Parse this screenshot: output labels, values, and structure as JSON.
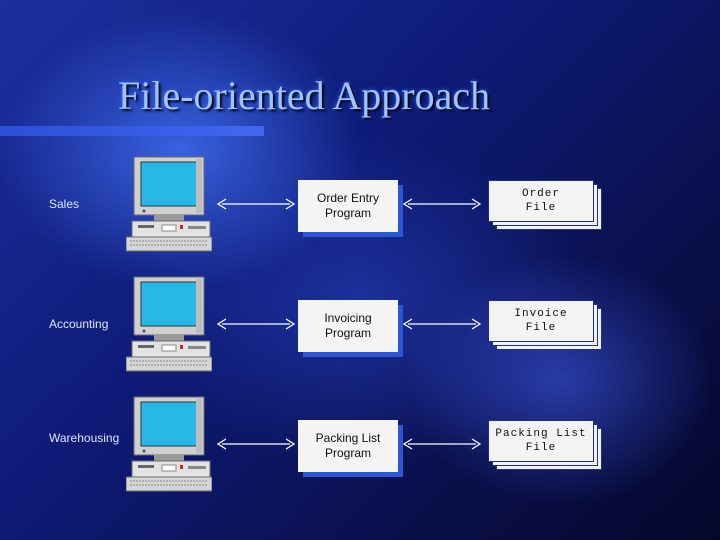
{
  "title": "File-oriented Approach",
  "rows": [
    {
      "department": "Sales",
      "program_line1": "Order Entry",
      "program_line2": "Program",
      "file_line1": "Order",
      "file_line2": "File"
    },
    {
      "department": "Accounting",
      "program_line1": "Invoicing",
      "program_line2": "Program",
      "file_line1": "Invoice",
      "file_line2": "File"
    },
    {
      "department": "Warehousing",
      "program_line1": "Packing List",
      "program_line2": "Program",
      "file_line1": "Packing List",
      "file_line2": "File"
    }
  ],
  "icons": [
    "computer-icon",
    "double-arrow-icon"
  ],
  "colors": {
    "background": "#0e1b78",
    "title": "#9fc4ff",
    "accent": "#2d56d4"
  }
}
